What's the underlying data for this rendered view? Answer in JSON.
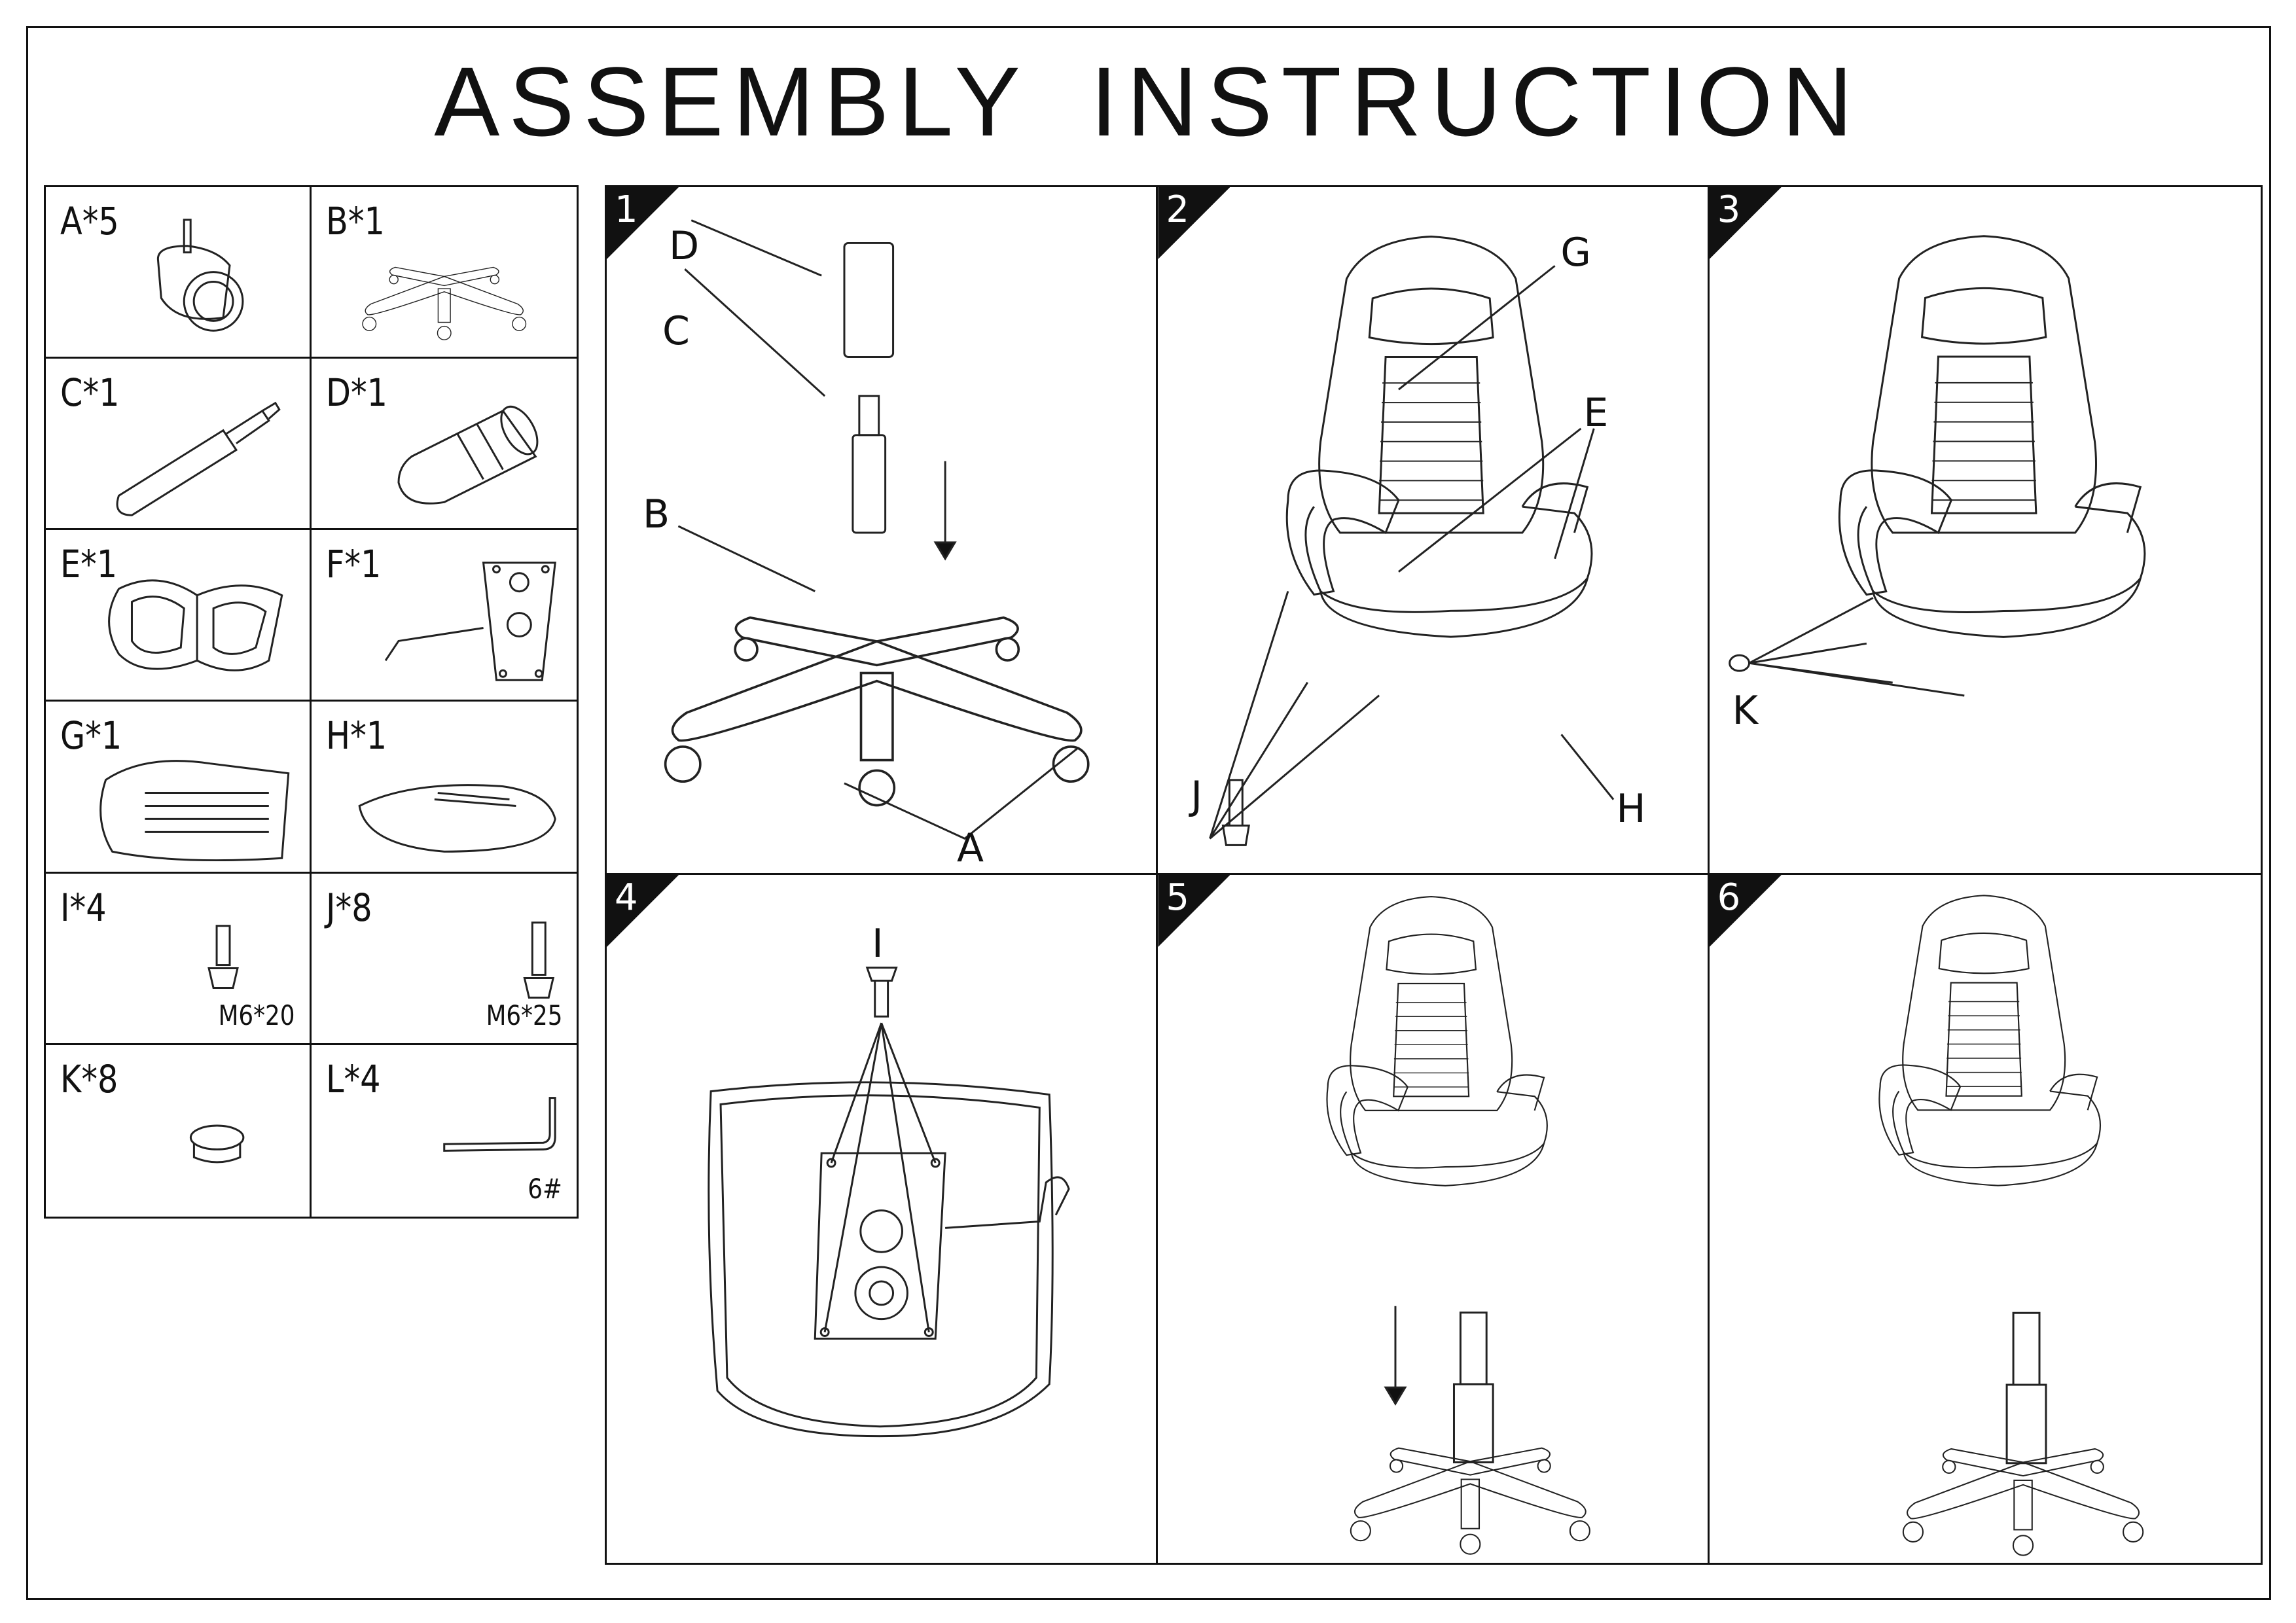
{
  "title": "ASSEMBLY  INSTRUCTION",
  "parts": [
    {
      "label": "A*5",
      "icon": "caster-wheel-icon"
    },
    {
      "label": "B*1",
      "icon": "five-star-base-icon"
    },
    {
      "label": "C*1",
      "icon": "gas-lift-icon"
    },
    {
      "label": "D*1",
      "icon": "lift-cover-icon"
    },
    {
      "label": "E*1",
      "icon": "armrest-icon"
    },
    {
      "label": "F*1",
      "icon": "tilt-mechanism-icon"
    },
    {
      "label": "G*1",
      "icon": "backrest-icon"
    },
    {
      "label": "H*1",
      "icon": "seat-icon"
    },
    {
      "label": "I*4",
      "spec": "M6*20",
      "icon": "bolt-icon"
    },
    {
      "label": "J*8",
      "spec": "M6*25",
      "icon": "bolt-icon"
    },
    {
      "label": "K*8",
      "icon": "cap-icon"
    },
    {
      "label": "L*4",
      "spec": "6#",
      "icon": "allen-key-icon"
    }
  ],
  "steps": [
    {
      "number": "1",
      "labels": {
        "d": "D",
        "c": "C",
        "b": "B",
        "a": "A"
      }
    },
    {
      "number": "2",
      "labels": {
        "g": "G",
        "e": "E",
        "j": "J",
        "h": "H"
      }
    },
    {
      "number": "3",
      "labels": {
        "k": "K"
      }
    },
    {
      "number": "4",
      "labels": {
        "i": "I"
      }
    },
    {
      "number": "5",
      "labels": {}
    },
    {
      "number": "6",
      "labels": {}
    }
  ]
}
